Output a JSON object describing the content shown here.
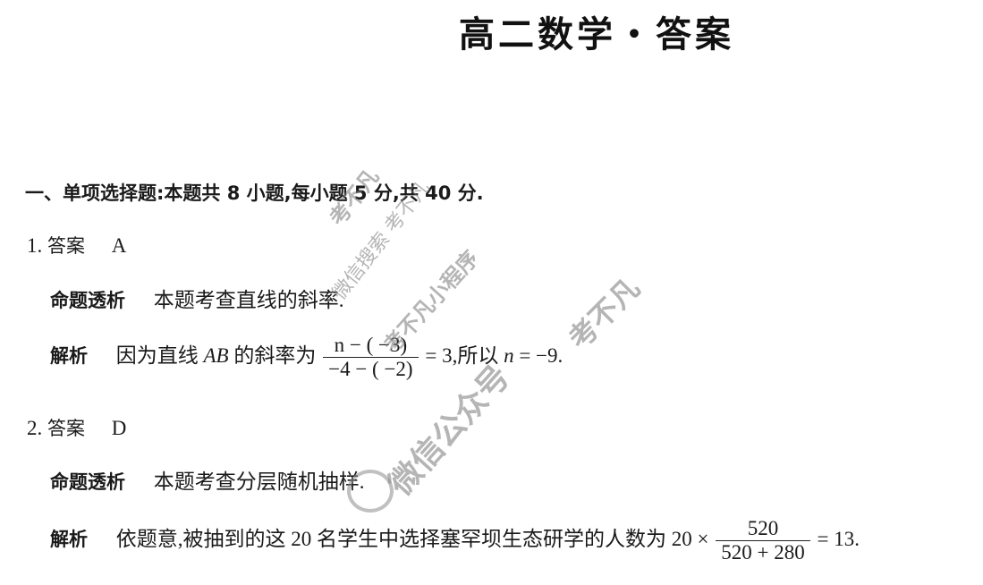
{
  "document": {
    "title": "高二数学・答案",
    "section_heading": "一、单项选择题:本题共 8 小题,每小题 5 分,共 40 分.",
    "questions": [
      {
        "number": "1.",
        "answer_label": "答案",
        "answer": "A",
        "analysis_label": "命题透析",
        "analysis_text": "本题考查直线的斜率.",
        "solution_label": "解析",
        "solution_prefix": "因为直线",
        "solution_var": "AB",
        "solution_mid": "的斜率为",
        "fraction_numerator": "n − ( −3)",
        "fraction_denominator": "−4 − ( −2)",
        "solution_suffix": "= 3,所以",
        "solution_result_var": "n",
        "solution_result": " = −9."
      },
      {
        "number": "2.",
        "answer_label": "答案",
        "answer": "D",
        "analysis_label": "命题透析",
        "analysis_text": "本题考查分层随机抽样.",
        "solution_label": "解析",
        "solution_prefix": "依题意,被抽到的这 20 名学生中选择塞罕坝生态研学的人数为 20 ×",
        "fraction_numerator": "520",
        "fraction_denominator": "520 + 280",
        "solution_suffix": "= 13."
      }
    ]
  },
  "watermarks": {
    "wm1": "考不凡",
    "wm2": "微信搜索 考不凡",
    "wm3": "考不凡小程序",
    "wm4": "考不凡",
    "wm5": "微信公众号"
  }
}
